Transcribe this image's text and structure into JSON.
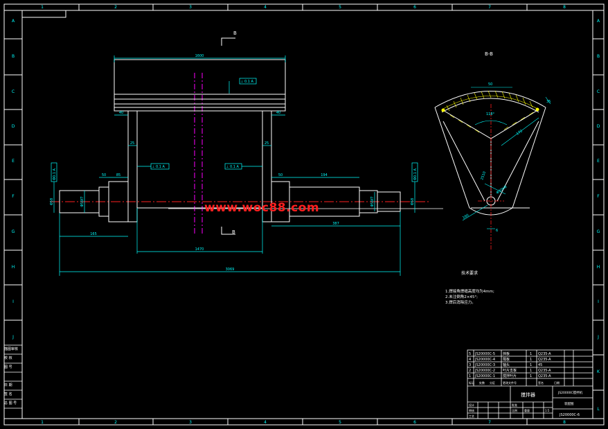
{
  "colors": {
    "background": "#000000",
    "frame": "#ffffff",
    "part": "#ffffff",
    "dimension": "#00ffff",
    "centerline": "#ff2020",
    "axis": "#ff00ff",
    "hatch": "#ffff00",
    "watermark": "#ff1f1f"
  },
  "grid": {
    "columns": [
      "1",
      "2",
      "3",
      "4",
      "5",
      "6",
      "7",
      "8"
    ],
    "rows": [
      "A",
      "B",
      "C",
      "D",
      "E",
      "F",
      "G",
      "H",
      "I",
      "J",
      "K",
      "L"
    ]
  },
  "section_marker": {
    "label": "B",
    "view_title": "B-B"
  },
  "dimensions": {
    "top_width": "1600",
    "flange_left": "40",
    "flange_right": "40",
    "wall_left": "25",
    "wall_right": "25",
    "left_shaft_a": "50",
    "left_shaft_b": "85",
    "right_step_a": "50",
    "right_step_b": "194",
    "left_dia": "Φ58",
    "left_dia_b": "Φ56f7",
    "right_dia": "Φ58",
    "right_dia_b": "Φ56f7",
    "left_len": "165",
    "right_len": "387",
    "inner_span": "1470",
    "total_len": "3069",
    "sec_top": "50",
    "sec_angle": "118°",
    "sec_edge": "172",
    "sec_right": "35",
    "sec_r": "R25",
    "sec_hole": "Φ30H8",
    "sec_len": "2510",
    "sec_bottom": "6",
    "sec_small": "160"
  },
  "tolerance_frames": {
    "top": "⊥ 0.1 A",
    "left": "⊥ 0.1 A",
    "right": "⊥ 0.1 A",
    "left_datum": "Φ0.1 A",
    "right_datum": "Φ0.1 A"
  },
  "notes": {
    "title": "技术要求",
    "items": [
      "1.焊接角焊缝高度均为4mm;",
      "2.未注倒角2×45°;",
      "3.焊后消除应力。"
    ]
  },
  "watermark": "www.woc88.com",
  "side_block": [
    "描图审核",
    "校 核",
    "图 号",
    "日 期",
    "签 名",
    "总 图 号"
  ],
  "title_block": {
    "bom_rows": [
      {
        "no": "5",
        "code": "JS20000C-5",
        "name": "挡板",
        "qty": "1",
        "material": "Q235-A"
      },
      {
        "no": "4",
        "code": "JS20000C-4",
        "name": "隔板",
        "qty": "1",
        "material": "Q235-A"
      },
      {
        "no": "3",
        "code": "JS20000C-3",
        "name": "轴头",
        "qty": "1",
        "material": "45"
      },
      {
        "no": "2",
        "code": "JS20000C-2",
        "name": "叶片支板",
        "qty": "1",
        "material": "Q235-A"
      },
      {
        "no": "1",
        "code": "JS20000C-1",
        "name": "搅拌叶片",
        "qty": "1",
        "material": "Q235-A"
      }
    ],
    "part_name": "搅拌器",
    "part_title": "JS20000C搅拌机",
    "drawing_type": "装配图",
    "drawing_no": "JS20000C-6",
    "scale_label": "比例",
    "qty_label": "重量",
    "sheet": "1:5",
    "col_headers": [
      "标记",
      "处数",
      "分区",
      "更改文件号",
      "签名",
      "日期"
    ],
    "role_labels": [
      "设计",
      "审核",
      "工艺",
      "批准"
    ]
  }
}
